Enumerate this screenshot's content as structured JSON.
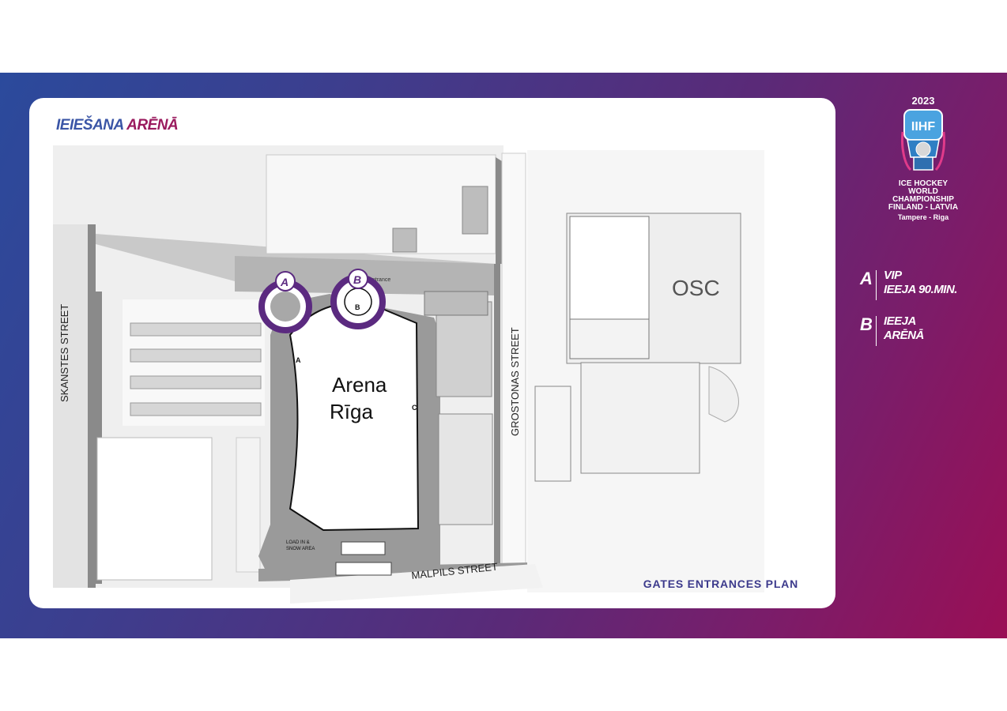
{
  "header": {
    "title_part1": "IEIEŠANA",
    "title_part2": "ARĒNĀ"
  },
  "map": {
    "arena_name_line1": "Arena",
    "arena_name_line2": "Rīga",
    "osc_label": "OSC",
    "streets": {
      "skanstes": "SKANSTES STREET",
      "grostonas": "GROSTONAS STREET",
      "malpils": "MALPILS STREET"
    },
    "gate_markers": {
      "a": "A",
      "b": "B"
    },
    "inner_labels": {
      "a": "A",
      "b": "B",
      "c": "C",
      "entrance": "entrance"
    },
    "load_area_line1": "LOAD IN &",
    "load_area_line2": "SNOW AREA",
    "caption": "GATES ENTRANCES PLAN"
  },
  "logo": {
    "year": "2023",
    "badge": "IIHF",
    "line1": "ICE HOCKEY",
    "line2": "WORLD",
    "line3": "CHAMPIONSHIP",
    "line4": "FINLAND - LATVIA",
    "line5": "Tampere - Riga"
  },
  "legend": [
    {
      "letter": "A",
      "line1": "VIP",
      "line2": "IEEJA 90.MIN."
    },
    {
      "letter": "B",
      "line1": "IEEJA",
      "line2": "ARĒNĀ"
    }
  ],
  "colors": {
    "gradient_start": "#2b4a9c",
    "gradient_end": "#9a0f55",
    "marker_ring": "#5b2a80",
    "title_blue": "#3a55a6",
    "title_magenta": "#9a1a5e"
  }
}
